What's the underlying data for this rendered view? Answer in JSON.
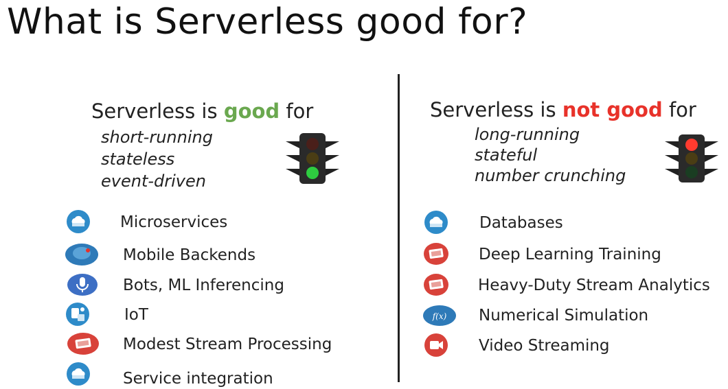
{
  "slide": {
    "title": "What is Serverless good for?"
  },
  "left": {
    "heading_prefix": "Serverless is ",
    "heading_emph": "good",
    "heading_suffix": " for",
    "attributes": [
      "short-running",
      "stateless",
      "event-driven"
    ],
    "items": [
      {
        "label": "Microservices",
        "icon": "cloud-server-icon"
      },
      {
        "label": "Mobile Backends",
        "icon": "mobile-backend-icon"
      },
      {
        "label": "Bots, ML Inferencing",
        "icon": "microphone-icon"
      },
      {
        "label": "IoT",
        "icon": "iot-device-icon"
      },
      {
        "label": "Modest Stream Processing",
        "icon": "stream-processing-icon"
      },
      {
        "label": "Service integration",
        "icon": "cloud-server-icon"
      }
    ]
  },
  "right": {
    "heading_prefix": "Serverless is ",
    "heading_emph": "not good",
    "heading_suffix": " for",
    "attributes": [
      "long-running",
      "stateful",
      "number crunching"
    ],
    "items": [
      {
        "label": "Databases",
        "icon": "cloud-server-icon"
      },
      {
        "label": "Deep Learning Training",
        "icon": "stream-processing-icon"
      },
      {
        "label": "Heavy-Duty Stream Analytics",
        "icon": "stream-processing-icon"
      },
      {
        "label": "Numerical Simulation",
        "icon": "function-icon",
        "icon_text": "f(x)"
      },
      {
        "label": "Video Streaming",
        "icon": "video-camera-icon"
      }
    ]
  },
  "colors": {
    "good": "#6aa84f",
    "not_good": "#e8322a",
    "icon_blue": "#2e8bc9",
    "icon_red": "#d8423a"
  }
}
